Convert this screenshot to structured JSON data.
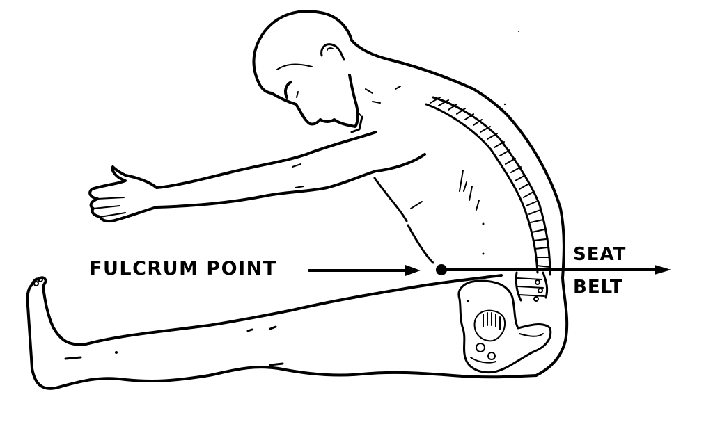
{
  "figure": {
    "description": "Line drawing of a seated person bending forward with arms outstretched, spine visible, illustrating the hip as a fulcrum point with a seat belt across the lap",
    "labels": {
      "fulcrum_point": "FULCRUM POINT",
      "seat": "SEAT",
      "belt": "BELT"
    },
    "colors": {
      "ink": "#000000",
      "background": "#ffffff"
    },
    "annotations": [
      {
        "id": "fulcrum-arrow",
        "from_label": "FULCRUM POINT",
        "points_to": "hip pivot dot"
      },
      {
        "id": "seat-belt-line",
        "label": "SEAT BELT",
        "direction": "right"
      }
    ]
  }
}
